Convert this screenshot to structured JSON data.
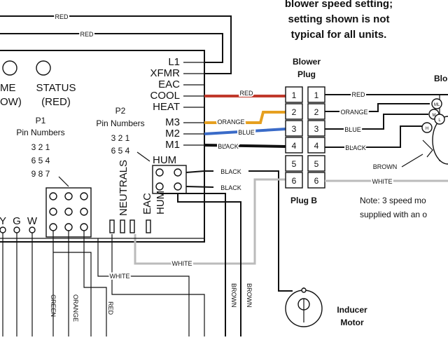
{
  "note_top": {
    "line1": "blower speed setting;",
    "line2": "setting shown is not",
    "line3": "typical for all units."
  },
  "top_wires": {
    "red1": "RED",
    "red2": "RED"
  },
  "lights": {
    "flame_line1": "ME",
    "flame_line2": "OW)",
    "status_line1": "STATUS",
    "status_line2": "(RED)"
  },
  "terminals": [
    "L1",
    "XFMR",
    "EAC",
    "COOL",
    "HEAT",
    "M3",
    "M2",
    "M1",
    "HUM"
  ],
  "p1": {
    "title": "P1",
    "subtitle": "Pin Numbers",
    "row1": "3 2 1",
    "row2": "6 5 4",
    "row3": "9 8 7"
  },
  "p2": {
    "title": "P2",
    "subtitle": "Pin Numbers",
    "row1": "3 2 1",
    "row2": "6 5 4"
  },
  "vertical_labels": {
    "neutrals": "NEUTRALS",
    "eac": "EAC",
    "hum": "HUM"
  },
  "thermostat_letters": [
    "Y",
    "G",
    "W"
  ],
  "wire_colors": {
    "red": "RED",
    "orange": "ORANGE",
    "blue": "BLUE",
    "black": "BLACK",
    "white": "WHITE",
    "brown": "BROWN",
    "green": "GREEN"
  },
  "blower_plug": {
    "title_line1": "Blower",
    "title_line2": "Plug",
    "left_pins": [
      "1",
      "2",
      "3",
      "4",
      "5",
      "6"
    ],
    "right_pins": [
      "1",
      "2",
      "3",
      "4",
      "5",
      "6"
    ],
    "plug_b": "Plug B"
  },
  "motor_right": {
    "title": "Blo",
    "pin_labels": [
      "ML",
      "M",
      "L",
      "H"
    ],
    "brown_label": "BROWN"
  },
  "note_bottom": {
    "line1": "Note: 3 speed mo",
    "line2": "supplied with an o"
  },
  "inducer": {
    "line1": "Inducer",
    "line2": "Motor"
  },
  "colors": {
    "red": "#c0392b",
    "orange": "#e6a020",
    "blue": "#3a6bc8",
    "black": "#111111",
    "white_wire": "#bbbbbb",
    "brown": "#111111"
  }
}
